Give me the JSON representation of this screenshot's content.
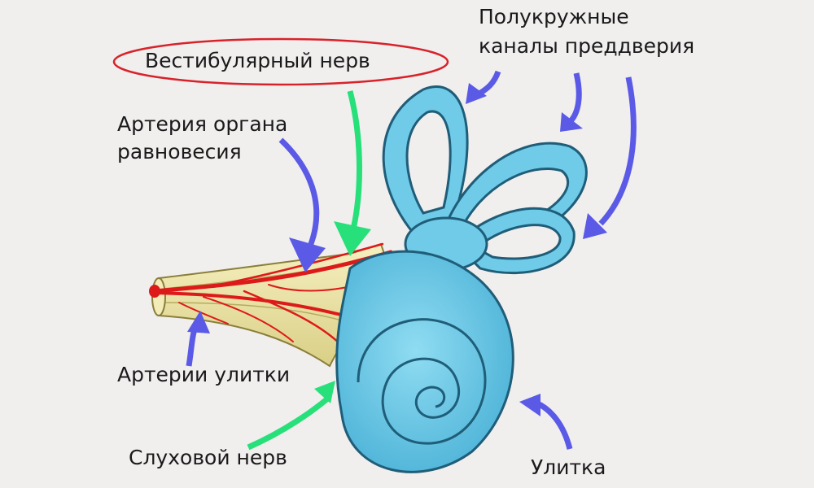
{
  "labels": {
    "vestibular_nerve": "Вестибулярный нерв",
    "balance_artery_line1": "Артерия органа",
    "balance_artery_line2": "равновесия",
    "canals_line1": "Полукружные",
    "canals_line2": "каналы преддверия",
    "cochlear_arteries": "Артерии улитки",
    "auditory_nerve": "Слуховой нерв",
    "cochlea": "Улитка"
  },
  "colors": {
    "background": "#f1eeee",
    "organ_fill": "#6fcbe8",
    "organ_outline": "#1f5d78",
    "nerve_fill": "#eee7a6",
    "artery": "#dd1a1a",
    "arrow_blue": "#5a5ae6",
    "arrow_green": "#27e07a",
    "highlight_ellipse": "#d8222a"
  }
}
